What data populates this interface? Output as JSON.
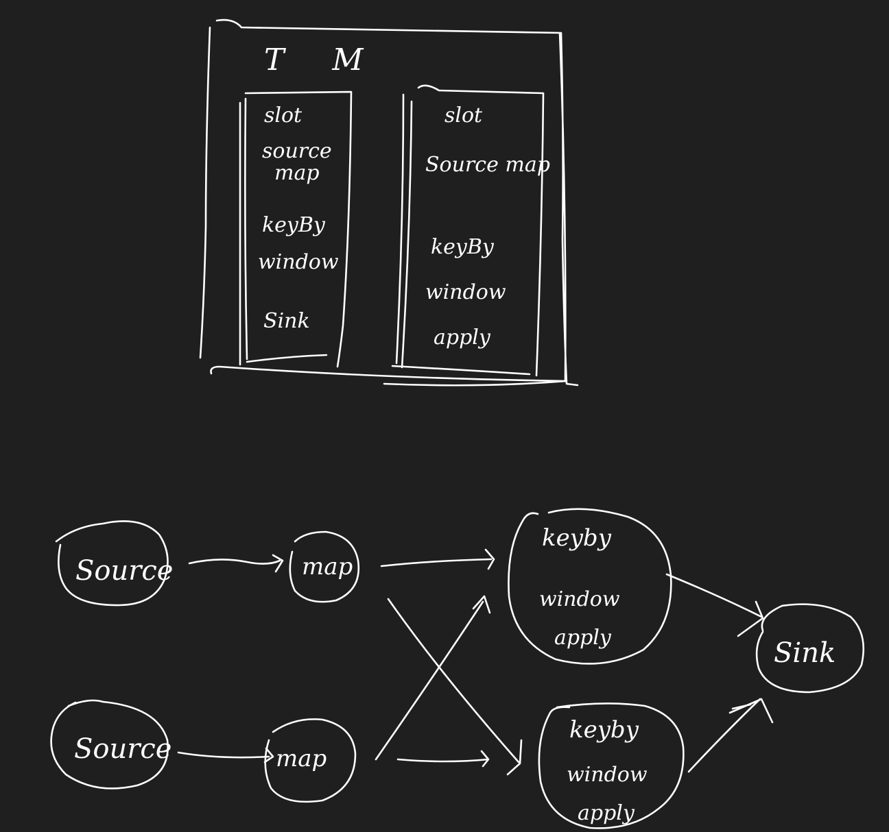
{
  "task_manager": {
    "title": "T M",
    "slots": [
      {
        "title": "slot",
        "operators": [
          "source",
          "map",
          "keyBy",
          "window",
          "Sink"
        ]
      },
      {
        "title": "slot",
        "operators": [
          "Source map",
          "keyBy",
          "window",
          "apply"
        ]
      }
    ]
  },
  "dataflow": {
    "nodes": {
      "source_1": "Source",
      "source_2": "Source",
      "map_1": "map",
      "map_2": "map",
      "window_1": [
        "keyby",
        "window",
        "apply"
      ],
      "window_2": [
        "keyby",
        "window",
        "apply"
      ],
      "sink": "Sink"
    }
  },
  "colors": {
    "background": "#1f1f1f",
    "ink": "#ffffff"
  }
}
